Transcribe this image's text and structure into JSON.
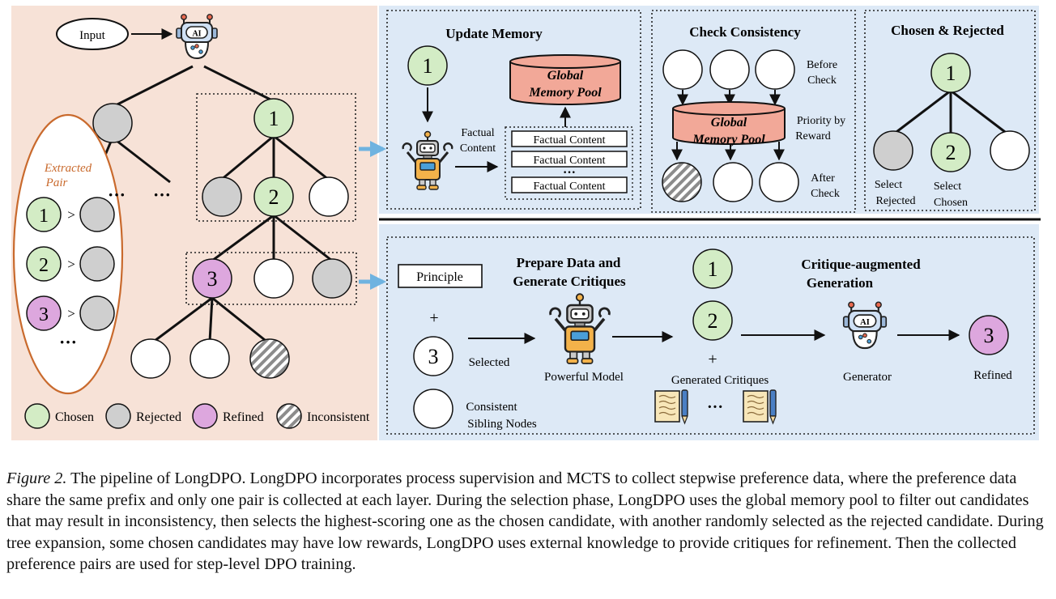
{
  "colors": {
    "left_bg": "#f7e2d7",
    "panel_bg": "#dde9f6",
    "chosen": "#d3ecc5",
    "rejected": "#cfcfcf",
    "refined": "#dda7de",
    "pool": "#f2a898",
    "arrow": "#6fb3e0",
    "ellipse_border": "#c96a2d",
    "extracted_label": "#c96a2d"
  },
  "tree": {
    "input_label": "Input",
    "node_1": "1",
    "node_2": "2",
    "node_3": "3",
    "ellipsis": "···",
    "robot_badge": "AI"
  },
  "extracted": {
    "title_line1": "Extracted",
    "title_line2": "Pair",
    "pairs": [
      {
        "num": "1",
        "op": ">"
      },
      {
        "num": "2",
        "op": ">"
      },
      {
        "num": "3",
        "op": ">"
      }
    ],
    "more": "···"
  },
  "legend": {
    "chosen": "Chosen",
    "rejected": "Rejected",
    "refined": "Refined",
    "inconsistent": "Inconsistent"
  },
  "update_memory": {
    "title": "Update Memory",
    "node": "1",
    "pool_line1": "Global",
    "pool_line2": "Memory Pool",
    "factual_line1": "Factual",
    "factual_line2": "Content",
    "items": [
      "Factual Content",
      "Factual Content",
      "Factual Content"
    ],
    "dots": "···"
  },
  "check_consistency": {
    "title": "Check Consistency",
    "before_line1": "Before",
    "before_line2": "Check",
    "priority_line1": "Priority by",
    "priority_line2": "Reward",
    "after_line1": "After",
    "after_line2": "Check",
    "pool_line1": "Global",
    "pool_line2": "Memory Pool"
  },
  "chosen_rejected": {
    "title": "Chosen & Rejected",
    "root": "1",
    "chosen_node": "2",
    "select_rejected_line1": "Select",
    "select_rejected_line2": "Rejected",
    "select_chosen_line1": "Select",
    "select_chosen_line2": "Chosen"
  },
  "critique": {
    "principle": "Principle",
    "plus": "+",
    "selected_node": "3",
    "selected_label": "Selected",
    "consistent_line1": "Consistent",
    "consistent_line2": "Sibling Nodes",
    "prepare_line1": "Prepare Data and",
    "prepare_line2": "Generate Critiques",
    "powerful_model": "Powerful Model",
    "node_1": "1",
    "node_2": "2",
    "generated_critiques": "Generated Critiques",
    "dots": "···",
    "aug_line1": "Critique-augmented",
    "aug_line2": "Generation",
    "generator": "Generator",
    "refined_node": "3",
    "refined_label": "Refined"
  },
  "caption": {
    "label": "Figure 2.",
    "text": "The pipeline of LongDPO. LongDPO incorporates process supervision and MCTS to collect stepwise preference data, where the preference data share the same prefix and only one pair is collected at each layer. During the selection phase, LongDPO uses the global memory pool to filter out candidates that may result in inconsistency, then selects the highest-scoring one as the chosen candidate, with another randomly selected as the rejected candidate. During tree expansion, some chosen candidates may have low rewards, LongDPO uses external knowledge to provide critiques for refinement. Then the collected preference pairs are used for step-level DPO training."
  }
}
